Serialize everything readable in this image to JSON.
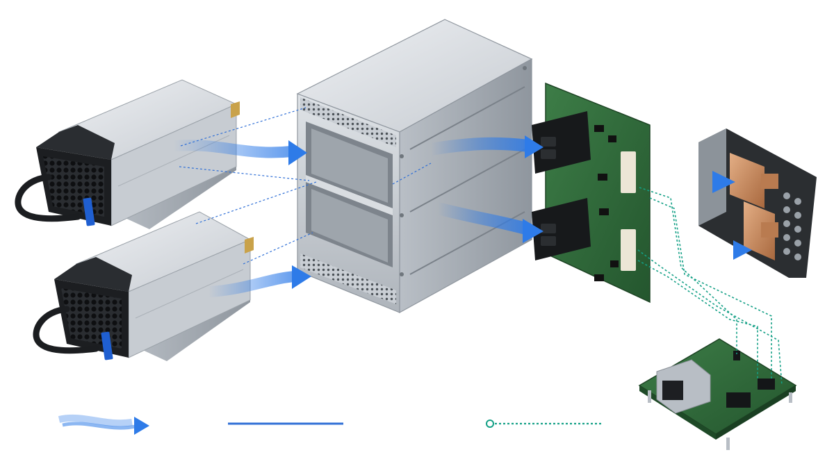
{
  "diagram": {
    "components": [
      {
        "id": "psu-1",
        "icon": "power-supply-icon"
      },
      {
        "id": "psu-2",
        "icon": "power-supply-icon"
      },
      {
        "id": "chassis-cage",
        "icon": "enclosure-icon"
      },
      {
        "id": "backplane-pcb",
        "icon": "circuit-board-icon"
      },
      {
        "id": "busbar-terminal",
        "icon": "power-distribution-icon"
      },
      {
        "id": "management-pcb",
        "icon": "ethernet-board-icon"
      }
    ],
    "legend": [
      {
        "kind": "airflow",
        "icon": "airflow-arrow-icon"
      },
      {
        "kind": "power-path",
        "icon": "solid-line-icon"
      },
      {
        "kind": "signal-path",
        "icon": "dotted-line-icon"
      }
    ],
    "colors": {
      "airflow": "#2e7be8",
      "power_path": "#2f6fd6",
      "signal_path": "#14a086",
      "pcb_green": "#2f6b3a",
      "metal_light": "#d5d9de",
      "metal_dark": "#8e959d",
      "fan_black": "#1c1e21",
      "latch_blue": "#1f5fd1",
      "copper": "#c98a5f"
    }
  }
}
